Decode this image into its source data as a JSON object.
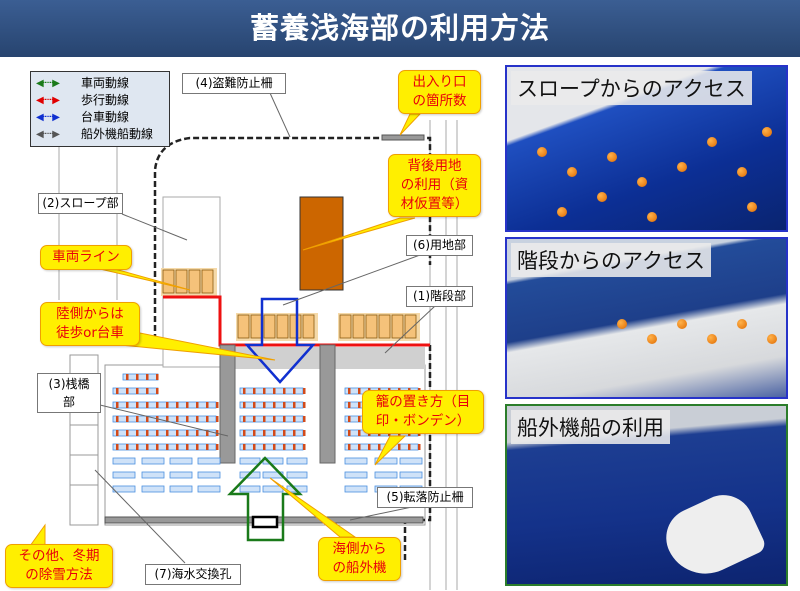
{
  "title": "蓄養浅海部の利用方法",
  "legend": [
    {
      "label": "車両動線",
      "color": "#1a7a1a"
    },
    {
      "label": "歩行動線",
      "color": "#e00000"
    },
    {
      "label": "台車動線",
      "color": "#1030d0"
    },
    {
      "label": "船外機船動線",
      "color": "#555555"
    }
  ],
  "labels": {
    "fence_theft": "(4)盗難防止柵",
    "slope": "(2)スロープ部",
    "land": "(6)用地部",
    "stairs": "(1)階段部",
    "pier_1": "(3)桟橋",
    "pier_2": "部",
    "fall_fence": "(5)転落防止柵",
    "seawater_hole": "(7)海水交換孔"
  },
  "callouts": {
    "entrance": [
      "出入り口",
      "の箇所数"
    ],
    "back_land": [
      "背後用地",
      "の利用（資",
      "材仮置等）"
    ],
    "vehicle_line": [
      "車両ライン"
    ],
    "land_side": [
      "陸側からは",
      "徒歩or台車"
    ],
    "cage": [
      "籠の置き方（目",
      "印・ボンデン）"
    ],
    "sea_side": [
      "海側から",
      "の船外機"
    ],
    "other": [
      "その他、冬期",
      "の除雪方法"
    ]
  },
  "photos": [
    {
      "caption": "スロープからのアクセス"
    },
    {
      "caption": "階段からのアクセス"
    },
    {
      "caption": "船外機船の利用"
    }
  ],
  "colors": {
    "title_bg": "#2e4d7e",
    "callout_bg": "#ffef00",
    "callout_text": "#e8000b",
    "storage": "#cc6600",
    "crate": "#f5c27a"
  }
}
